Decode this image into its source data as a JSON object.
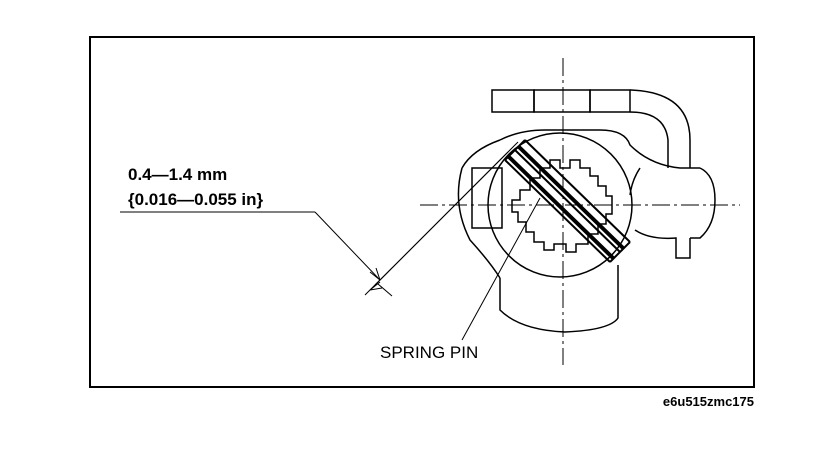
{
  "diagram": {
    "dimension_mm": "0.4—1.4 mm",
    "dimension_in": "{0.016—0.055 in}",
    "part_label": "SPRING PIN",
    "figure_code": "e6u515zmc175"
  },
  "colors": {
    "line": "#000000",
    "background": "#ffffff"
  }
}
